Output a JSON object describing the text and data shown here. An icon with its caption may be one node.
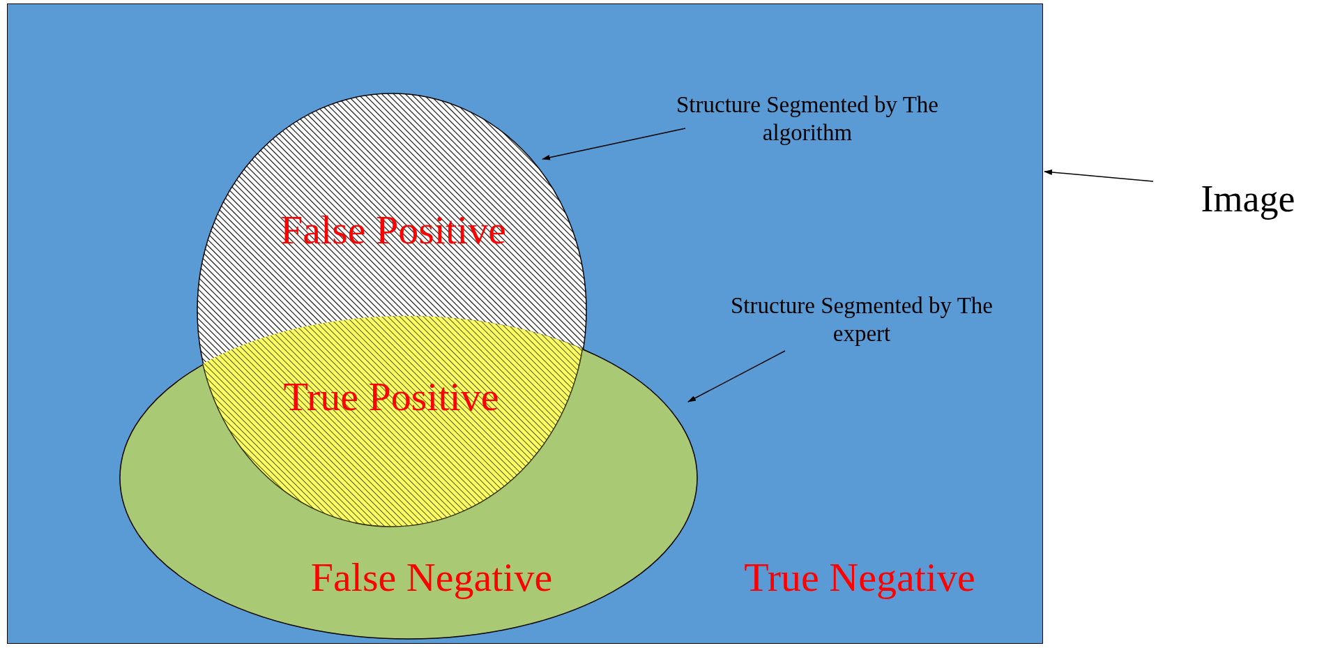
{
  "diagram": {
    "nodes": [
      {
        "text": [
          "True Negative"
        ]
      },
      {
        "text": [
          "False Positive"
        ],
        "in": 0
      },
      {
        "text": [
          "False Negative"
        ],
        "in": 0
      },
      {
        "text": [
          "Structure Segmented by The algorithm"
        ],
        "in": 0
      },
      {
        "text": [
          "Structure Segmented by The expert"
        ],
        "in": 0
      },
      {
        "text": [
          "Image"
        ]
      }
    ],
    "edges": [
      {
        "from": 3,
        "to": 1,
        "arrow": "to"
      },
      {
        "from": 4,
        "to": 2,
        "arrow": "to"
      },
      {
        "from": 5,
        "to": 0,
        "arrow": "to"
      }
    ],
    "labels": [
      "True Positive"
    ]
  }
}
